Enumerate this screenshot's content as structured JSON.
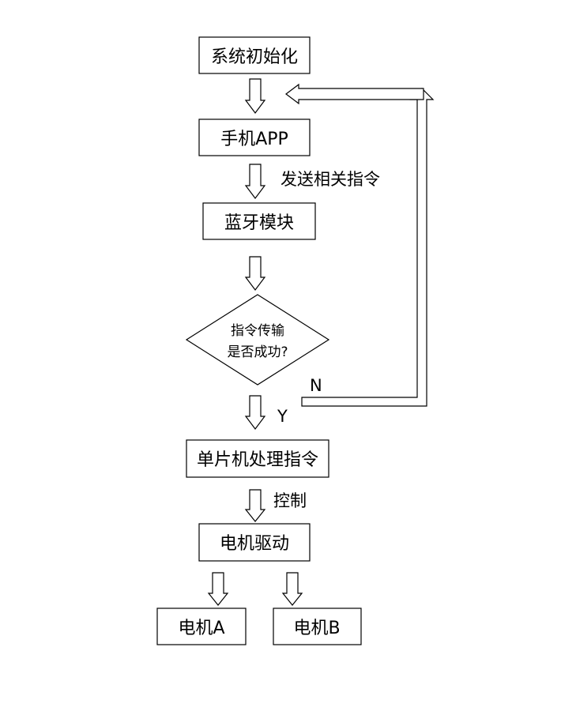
{
  "nodes": {
    "init": "系统初始化",
    "app": "手机APP",
    "bluetooth": "蓝牙模块",
    "decision_line1": "指令传输",
    "decision_line2": "是否成功?",
    "mcu": "单片机处理指令",
    "driver": "电机驱动",
    "motor_a": "电机A",
    "motor_b": "电机B"
  },
  "labels": {
    "send": "发送相关指令",
    "no": "N",
    "yes": "Y",
    "control": "控制"
  }
}
